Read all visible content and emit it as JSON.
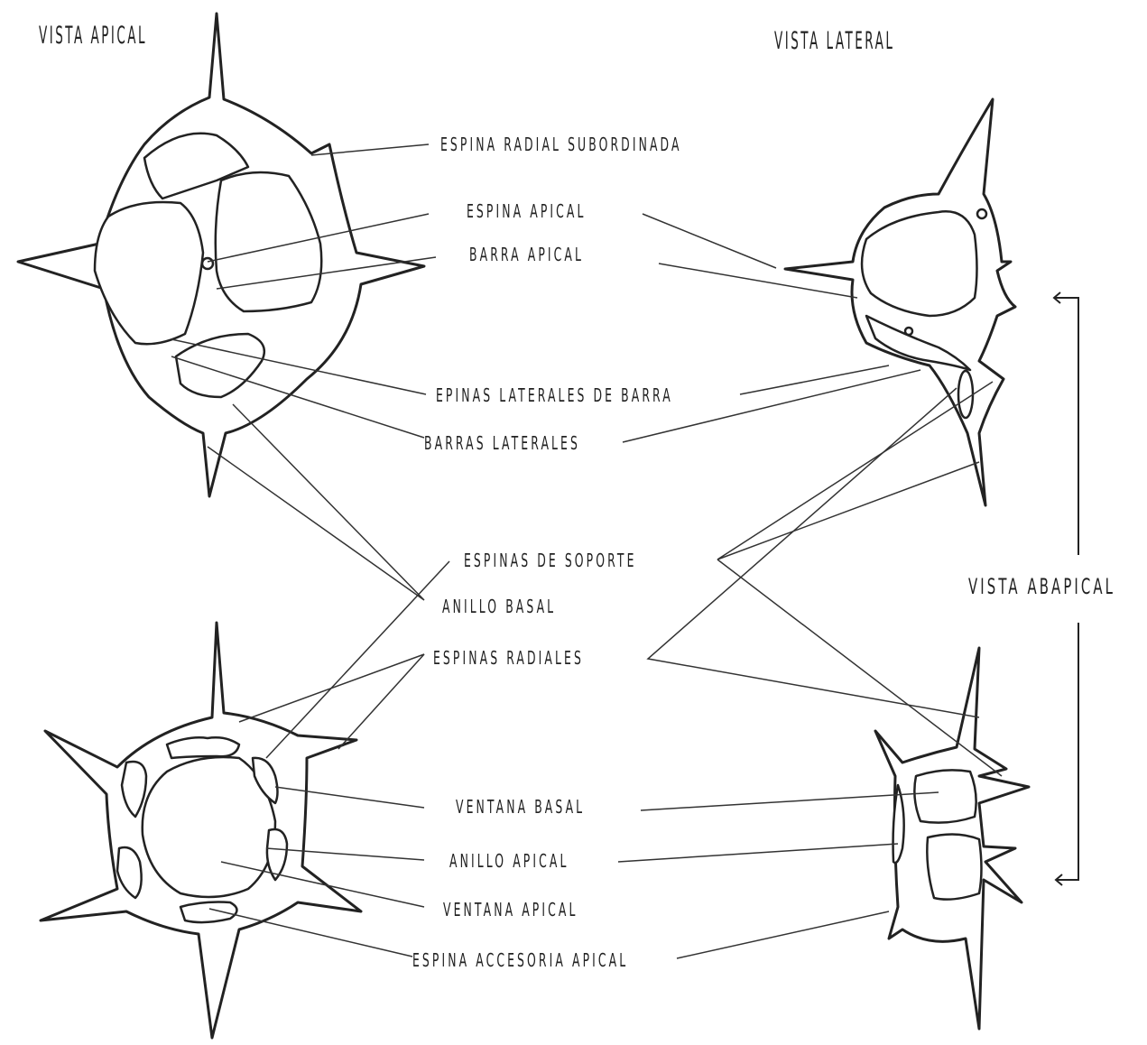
{
  "titles": {
    "apical_view": "VISTA APICAL",
    "lateral_view": "VISTA LATERAL",
    "abapical_view": "VISTA ABAPICAL"
  },
  "labels": {
    "espina_radial_subordinada": "ESPINA RADIAL SUBORDINADA",
    "espina_apical": "ESPINA APICAL",
    "barra_apical": "BARRA APICAL",
    "epinas_laterales_de_barra": "EPINAS LATERALES DE BARRA",
    "barras_laterales": "BARRAS LATERALES",
    "espinas_de_soporte": "ESPINAS DE SOPORTE",
    "anillo_basal": "ANILLO BASAL",
    "espinas_radiales": "ESPINAS RADIALES",
    "ventana_basal": "VENTANA BASAL",
    "anillo_apical": "ANILLO APICAL",
    "ventana_apical": "VENTANA APICAL",
    "espina_accesoria_apical": "ESPINA ACCESORIA APICAL"
  }
}
